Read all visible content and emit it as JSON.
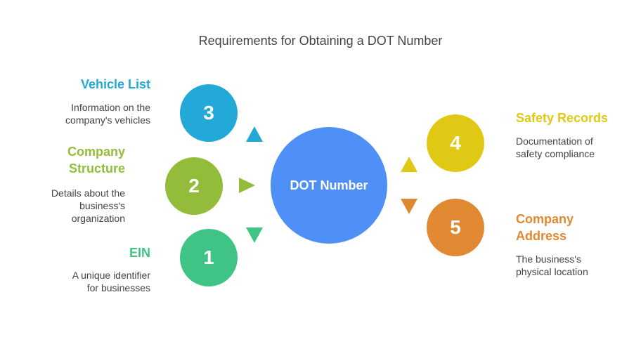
{
  "title": "Requirements for Obtaining a DOT Number",
  "hub": {
    "label": "DOT Number",
    "color": "#4e90f6"
  },
  "items": [
    {
      "number": "1",
      "heading": "EIN",
      "description_lines": [
        "A unique identifier",
        "for businesses"
      ],
      "color": "#3fc486",
      "arrow": "down"
    },
    {
      "number": "2",
      "heading_lines": [
        "Company",
        "Structure"
      ],
      "description_lines": [
        "Details about the",
        "business's",
        "organization"
      ],
      "color": "#93bc3a",
      "arrow": "right"
    },
    {
      "number": "3",
      "heading": "Vehicle List",
      "description_lines": [
        "Information on the",
        "company's vehicles"
      ],
      "color": "#22a9d8",
      "arrow": "up"
    },
    {
      "number": "4",
      "heading": "Safety Records",
      "description_lines": [
        "Documentation of",
        "safety compliance"
      ],
      "color": "#dfc914",
      "arrow": "up"
    },
    {
      "number": "5",
      "heading_lines": [
        "Company",
        "Address"
      ],
      "description_lines": [
        "The business's",
        "physical location"
      ],
      "color": "#e08832",
      "arrow": "down"
    }
  ]
}
